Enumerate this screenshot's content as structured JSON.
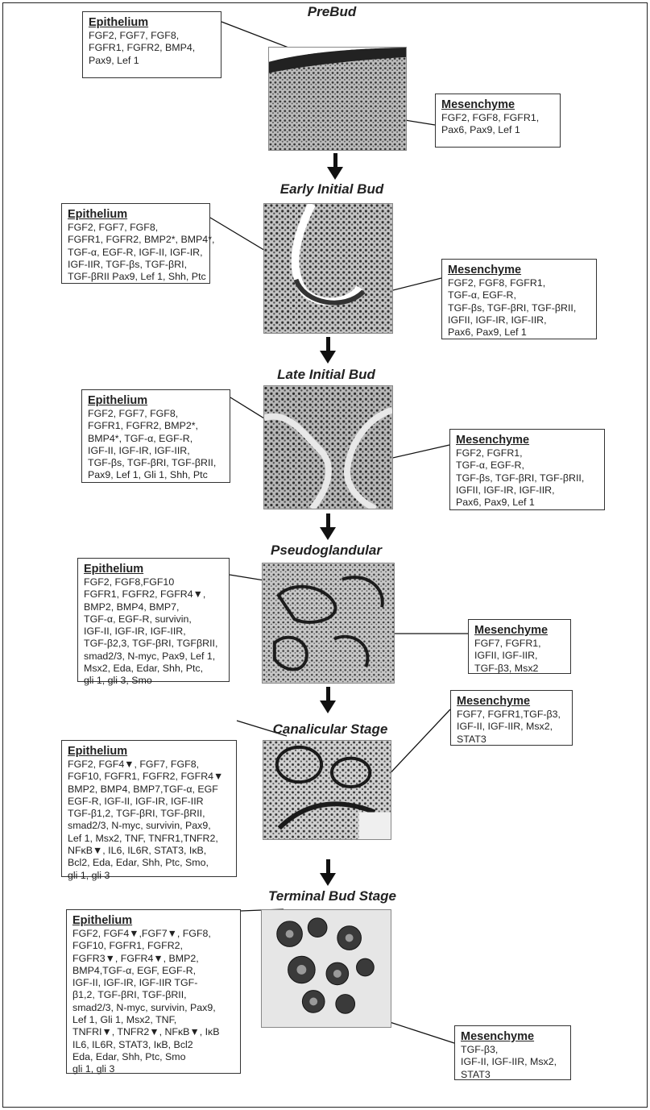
{
  "stages": [
    {
      "title": "PreBud",
      "epithelium": {
        "heading": "Epithelium",
        "lines": [
          "FGF2, FGF7, FGF8,",
          "FGFR1, FGFR2, BMP4,",
          "Pax9, Lef 1"
        ]
      },
      "mesenchyme": {
        "heading": "Mesenchyme",
        "lines": [
          "FGF2, FGF8, FGFR1,",
          "Pax6, Pax9, Lef 1"
        ]
      }
    },
    {
      "title": "Early Initial Bud",
      "epithelium": {
        "heading": "Epithelium",
        "lines": [
          "FGF2, FGF7, FGF8,",
          "FGFR1, FGFR2, BMP2*, BMP4*,",
          "TGF-α, EGF-R, IGF-II, IGF-IR,",
          "IGF-IIR, TGF-βs, TGF-βRI,",
          "TGF-βRII Pax9, Lef 1, Shh, Ptc"
        ]
      },
      "mesenchyme": {
        "heading": "Mesenchyme",
        "lines": [
          "FGF2, FGF8, FGFR1,",
          "TGF-α, EGF-R,",
          "TGF-βs, TGF-βRI, TGF-βRII,",
          "IGFII, IGF-IR, IGF-IIR,",
          "Pax6, Pax9, Lef 1"
        ]
      }
    },
    {
      "title": "Late Initial Bud",
      "epithelium": {
        "heading": "Epithelium",
        "lines": [
          "FGF2, FGF7, FGF8,",
          "FGFR1, FGFR2,  BMP2*,",
          "BMP4*, TGF-α, EGF-R,",
          "IGF-II, IGF-IR, IGF-IIR,",
          "TGF-βs, TGF-βRI, TGF-βRII,",
          "Pax9, Lef 1, Gli 1, Shh, Ptc"
        ]
      },
      "mesenchyme": {
        "heading": "Mesenchyme",
        "lines": [
          "FGF2, FGFR1,",
          "TGF-α, EGF-R,",
          "TGF-βs, TGF-βRI, TGF-βRII,",
          "IGFII, IGF-IR, IGF-IIR,",
          "Pax6, Pax9, Lef 1"
        ]
      }
    },
    {
      "title": "Pseudoglandular",
      "epithelium": {
        "heading": "Epithelium",
        "lines": [
          "FGF2, FGF8,FGF10",
          "FGFR1, FGFR2, FGFR4▼,",
          "BMP2, BMP4, BMP7,",
          "TGF-α, EGF-R, survivin,",
          "IGF-II, IGF-IR, IGF-IIR,",
          "TGF-β2,3, TGF-βRI, TGFβRII,",
          "smad2/3, N-myc, Pax9, Lef 1,",
          "Msx2, Eda, Edar, Shh, Ptc,",
          "gli 1, gli 3, Smo"
        ]
      },
      "mesenchyme": {
        "heading": "Mesenchyme",
        "lines": [
          "FGF7, FGFR1,",
          "IGFII, IGF-IIR,",
          "TGF-β3, Msx2"
        ]
      }
    },
    {
      "title": "Canalicular Stage",
      "epithelium": {
        "heading": "Epithelium",
        "lines": [
          "FGF2, FGF4▼, FGF7, FGF8,",
          "FGF10, FGFR1, FGFR2, FGFR4▼",
          "BMP2, BMP4, BMP7,TGF-α, EGF",
          "EGF-R, IGF-II, IGF-IR, IGF-IIR",
          "TGF-β1,2, TGF-βRI, TGF-βRII,",
          "smad2/3, N-myc, survivin, Pax9,",
          "Lef 1, Msx2, TNF, TNFR1,TNFR2,",
          "NFκB▼, IL6, IL6R, STAT3, IκB,",
          "Bcl2, Eda, Edar, Shh, Ptc, Smo,",
          "gli 1, gli 3"
        ]
      },
      "mesenchyme": {
        "heading": "Mesenchyme",
        "lines": [
          "FGF7, FGFR1,TGF-β3,",
          "IGF-II, IGF-IIR, Msx2,",
          "STAT3"
        ]
      }
    },
    {
      "title": "Terminal Bud Stage",
      "epithelium": {
        "heading": "Epithelium",
        "lines": [
          "FGF2, FGF4▼,FGF7▼, FGF8,",
          "FGF10, FGFR1, FGFR2,",
          "FGFR3▼, FGFR4▼, BMP2,",
          "BMP4,TGF-α, EGF, EGF-R,",
          "IGF-II, IGF-IR, IGF-IIR TGF-",
          "β1,2, TGF-βRI, TGF-βRII,",
          "smad2/3, N-myc, survivin, Pax9,",
          "Lef 1, Gli 1, Msx2, TNF,",
          "TNFRI▼, TNFR2▼, NFκB▼, IκB",
          "IL6, IL6R, STAT3, IκB, Bcl2",
          "Eda, Edar, Shh, Ptc, Smo",
          "gli 1, gli 3"
        ]
      },
      "mesenchyme": {
        "heading": "Mesenchyme",
        "lines": [
          "TGF-β3,",
          "IGF-II,  IGF-IIR, Msx2,",
          "STAT3"
        ]
      }
    }
  ]
}
